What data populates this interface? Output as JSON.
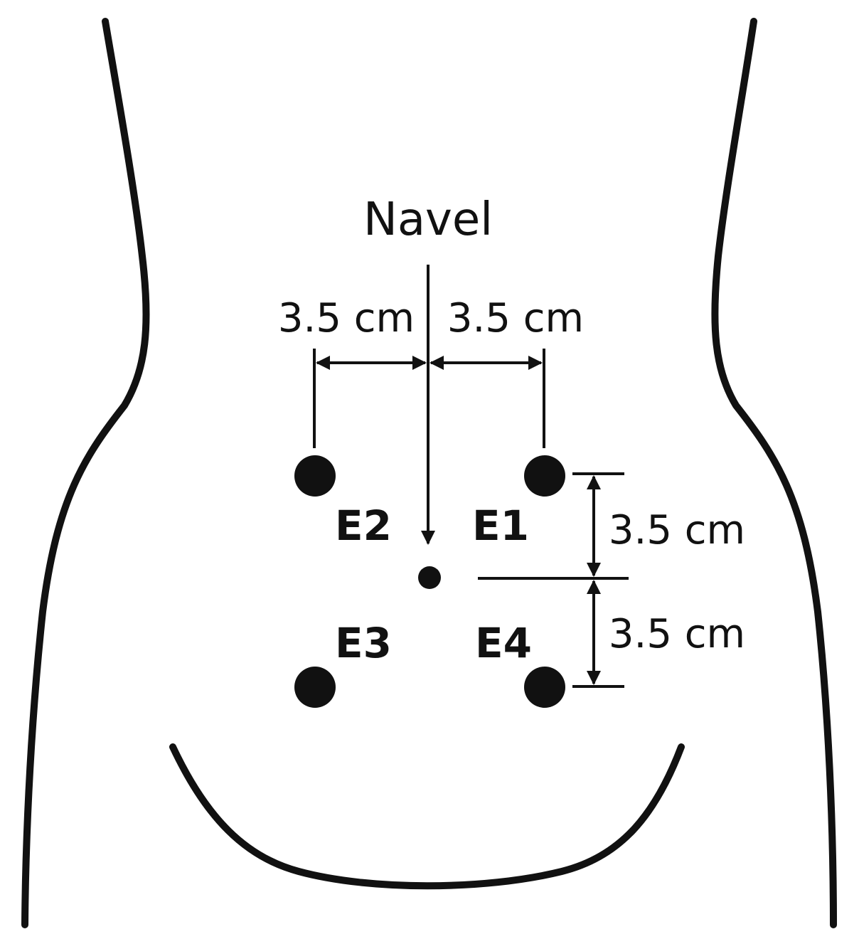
{
  "navel_label": "Navel",
  "dimensions": {
    "top_left": "3.5 cm",
    "top_right": "3.5 cm",
    "right_upper": "3.5 cm",
    "right_lower": "3.5 cm"
  },
  "electrodes": {
    "e1": "E1",
    "e2": "E2",
    "e3": "E3",
    "e4": "E4"
  },
  "colors": {
    "ink": "#111111",
    "background": "#ffffff"
  }
}
